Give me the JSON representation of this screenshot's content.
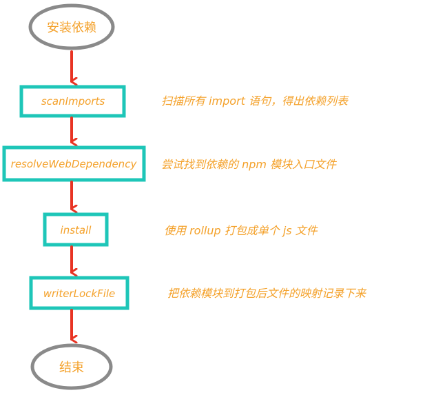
{
  "colors": {
    "box_stroke": "#1ec6b8",
    "terminal_stroke": "#8a8a8a",
    "arrow": "#e83323",
    "text": "#f4a12a"
  },
  "start": {
    "text": "安装依赖"
  },
  "end": {
    "text": "结束"
  },
  "steps": [
    {
      "name": "scanImports",
      "desc": "扫描所有 import 语句，得出依赖列表"
    },
    {
      "name": "resolveWebDependency",
      "desc": "尝试找到依赖的 npm 模块入口文件"
    },
    {
      "name": "install",
      "desc": "使用 rollup 打包成单个 js 文件"
    },
    {
      "name": "writerLockFile",
      "desc": "把依赖模块到打包后文件的映射记录下来"
    }
  ]
}
